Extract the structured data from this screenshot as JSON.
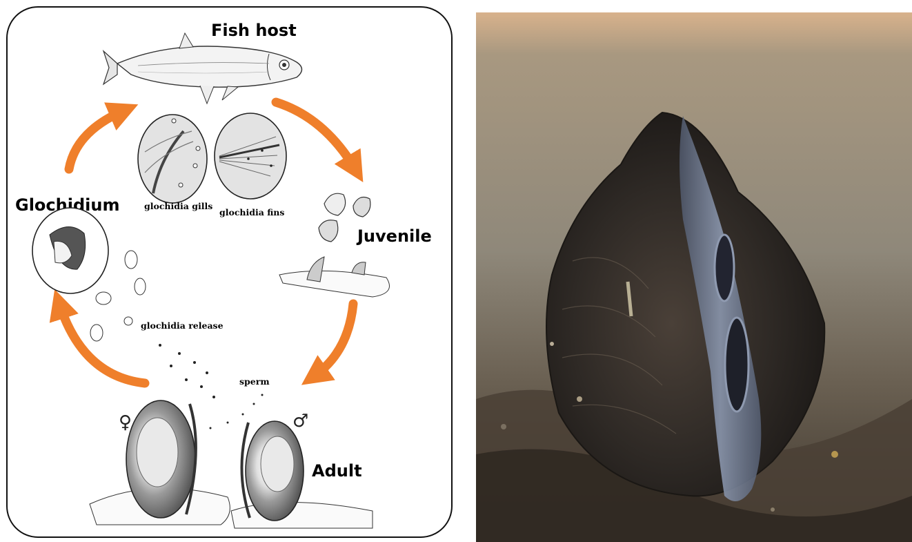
{
  "diagram": {
    "stages": {
      "fish_host": "Fish host",
      "juvenile": "Juvenile",
      "adult": "Adult",
      "glochidium": "Glochidium"
    },
    "annotations": {
      "gills": "glochidia gills",
      "fins": "glochidia fins",
      "release": "glochidia release",
      "sperm": "sperm"
    },
    "sex_symbols": {
      "female": "♀",
      "male": "♂"
    },
    "colors": {
      "arrow": "#ef7f2b",
      "frame": "#111111",
      "shell_dark": "#555555",
      "shell_light": "#d9d9d9"
    }
  },
  "photo": {
    "subject": "freshwater mussel",
    "colors": {
      "water_top": "#b59a7a",
      "water_mid": "#8f8670",
      "shell": "#2f2c28",
      "siphon": "#6e7a8e",
      "sediment": "#4a4035"
    }
  }
}
